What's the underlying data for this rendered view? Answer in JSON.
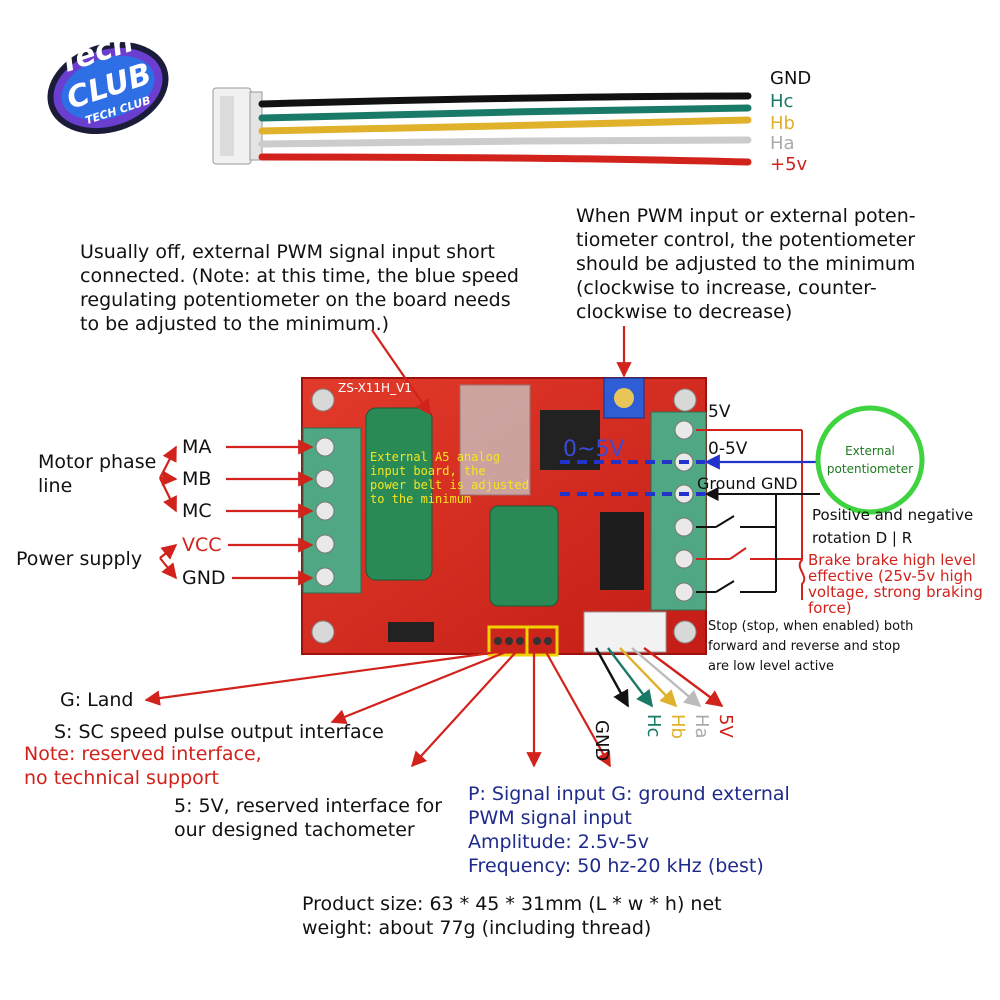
{
  "logo": {
    "line1": "Tech",
    "line2": "CLUB",
    "line3": "TECH CLUB"
  },
  "cable": {
    "wires": [
      {
        "label": "GND",
        "color": "#111111"
      },
      {
        "label": "Hc",
        "color": "#1a7a68"
      },
      {
        "label": "Hb",
        "color": "#e0b12a"
      },
      {
        "label": "Ha",
        "color": "#bbbbbb"
      },
      {
        "label": "+5v",
        "color": "#d2221c"
      }
    ]
  },
  "notes": {
    "pwm_short": [
      "Usually off, external PWM signal input short",
      "connected. (Note: at this time, the blue speed",
      "regulating potentiometer on the board needs",
      "to be adjusted to the minimum.)"
    ],
    "pot_note": [
      "When PWM input or external poten-",
      "tiometer control, the potentiometer",
      "should be adjusted to the minimum",
      "(clockwise to increase, counter-",
      "clockwise to decrease)"
    ],
    "board_overlay": [
      "External A5 analog",
      "input board, the",
      "power belt is adjusted",
      "to the minimum"
    ],
    "board_voltage": "0~5V",
    "board_model": "ZS-X11H_V1"
  },
  "left": {
    "motor_phase": [
      "Motor phase",
      "line"
    ],
    "phases": [
      "MA",
      "MB",
      "MC"
    ],
    "power_supply": "Power supply",
    "vcc": "VCC",
    "gnd": "GND"
  },
  "right": {
    "pin_5v": "5V",
    "pin_05v": "0-5V",
    "ground": "Ground GND",
    "ext_pot": [
      "External",
      "potentiometer"
    ],
    "dir": [
      "Positive and negative",
      "rotation D | R"
    ],
    "brake": [
      "Brake brake high level",
      "effective (25v-5v high",
      "voltage, strong braking",
      "force)"
    ],
    "stop": [
      "Stop (stop, when enabled) both",
      "forward and reverse and stop",
      "are low level active"
    ]
  },
  "hall_pins": [
    "GND",
    "Hc",
    "Hb",
    "Ha",
    "5V"
  ],
  "bottom": {
    "g_land": "G: Land",
    "s_speed": "S: SC speed pulse output interface",
    "note_reserved": [
      "Note: reserved interface,",
      "no technical support"
    ],
    "five_v": [
      "5: 5V, reserved interface for",
      "our designed tachometer"
    ],
    "pwm_info": [
      "P: Signal input G: ground external",
      "PWM signal input",
      "Amplitude: 2.5v-5v",
      "Frequency: 50 hz-20 kHz (best)"
    ],
    "product": [
      "Product size: 63 * 45 * 31mm (L * w * h) net",
      "weight: about 77g (including thread)"
    ]
  }
}
